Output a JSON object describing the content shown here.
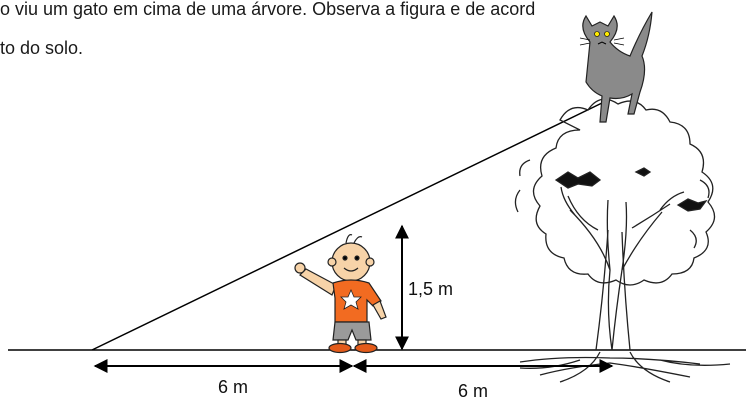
{
  "text": {
    "line1": "o viu um gato em cima de uma árvore. Observa a figura e de acord",
    "line2": "to do solo."
  },
  "diagram": {
    "labels": {
      "boy_height": "1,5 m",
      "distance_left": "6 m",
      "distance_right": "6 m"
    },
    "illustrations": [
      "cat-icon",
      "tree-icon",
      "boy-icon"
    ],
    "colors": {
      "line": "#000000",
      "boy_shirt": "#f26b21",
      "boy_shorts": "#9a9a9a",
      "boy_shoes": "#e35b1a",
      "cat_body": "#8a8a8a"
    }
  }
}
